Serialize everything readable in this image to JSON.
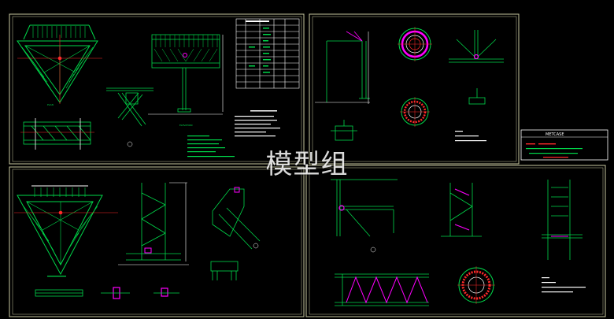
{
  "watermark": {
    "text": "模型组"
  },
  "colors": {
    "background": "#000000",
    "frame": "#c8c8a0",
    "green": "#00d84a",
    "white": "#ffffff",
    "red": "#ff2a2a",
    "magenta": "#ff00ff",
    "cyan": "#00e5ff",
    "yellow": "#e8e800"
  },
  "sheets": [
    {
      "id": "sheet-top-left",
      "name": "top-left drawing sheet"
    },
    {
      "id": "sheet-top-right",
      "name": "top-right drawing sheet"
    },
    {
      "id": "sheet-bottom-left",
      "name": "bottom-left drawing sheet"
    },
    {
      "id": "sheet-bottom-right",
      "name": "bottom-right drawing sheet"
    }
  ],
  "title_block": {
    "label": "METCASE"
  }
}
